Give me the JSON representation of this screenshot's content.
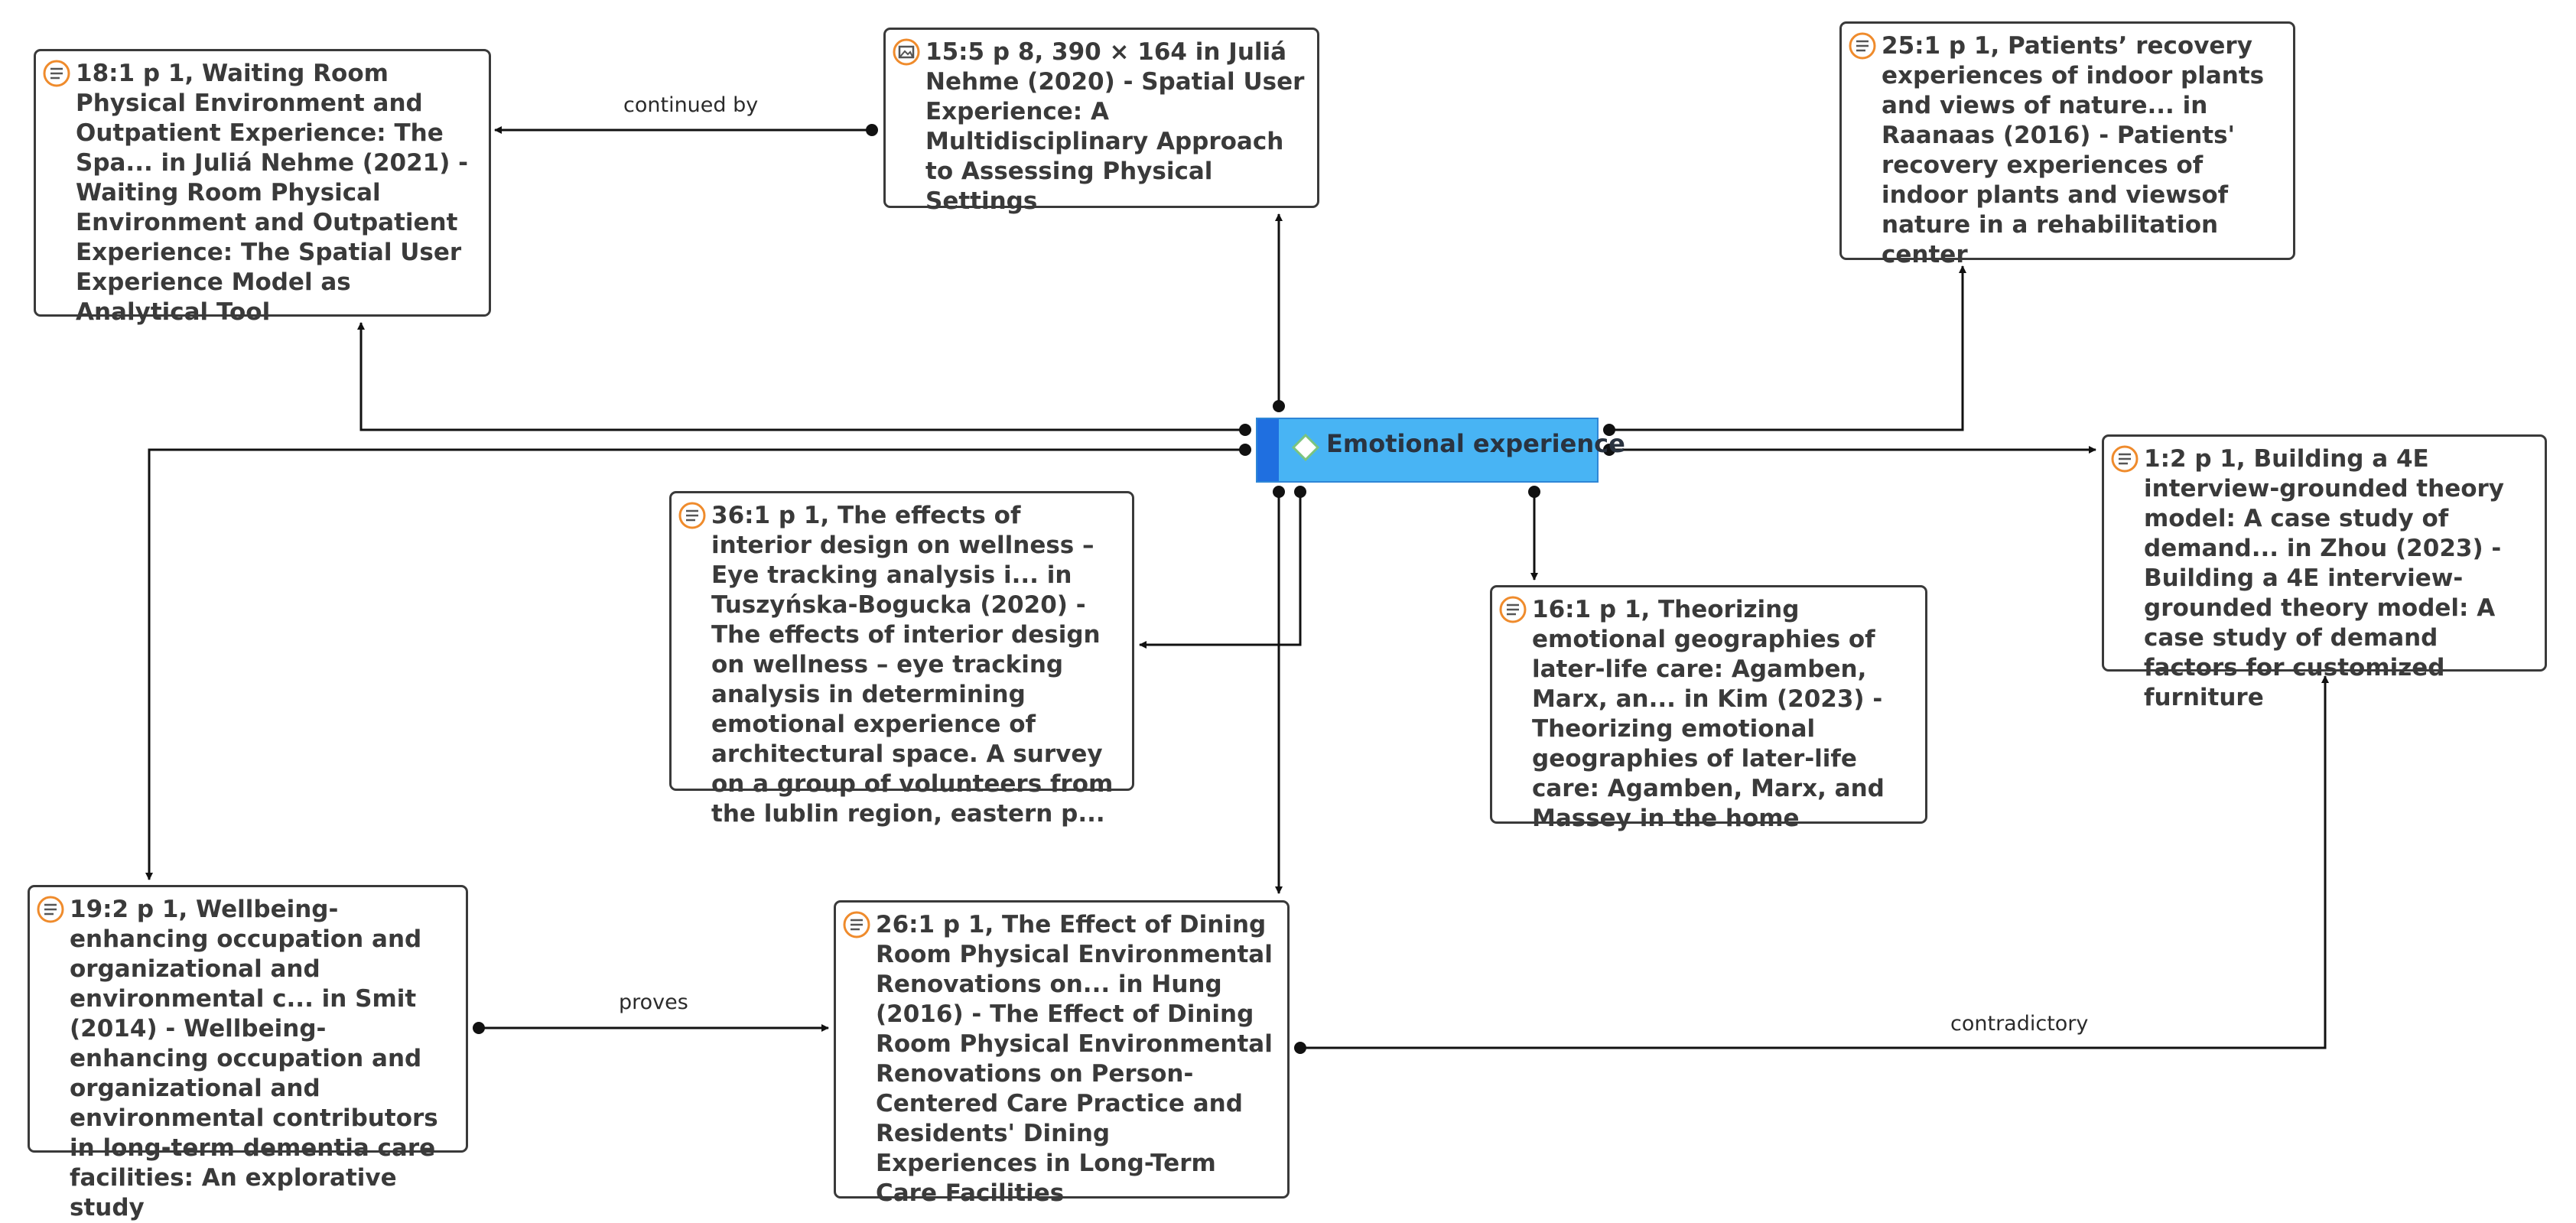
{
  "code_node": {
    "label": "Emotional experience",
    "icon": "code-diamond-icon",
    "color": "#48b4f4",
    "bar_color": "#1f6fe0"
  },
  "quotations": [
    {
      "id": "q18",
      "icon": "text-quotation-icon",
      "text": "18:1 p 1, Waiting Room Physical Environment  and Outpatient Experience:  The Spa... in Juliá Nehme (2021) - Waiting Room Physical Environment and Outpatient Experience: The Spatial User Experience Model as Analytical Tool"
    },
    {
      "id": "q15",
      "icon": "image-quotation-icon",
      "text": "15:5 p 8, 390 × 164 in Juliá Nehme (2020) - Spatial User Experience: A Multidisciplinary Approach to Assessing Physical Settings"
    },
    {
      "id": "q25",
      "icon": "text-quotation-icon",
      "text": "25:1 p 1, Patients’ recovery experiences  of indoor plants and views of nature... in Raanaas (2016) - Patients' recovery experiences of indoor plants and viewsof nature in a rehabilitation center"
    },
    {
      "id": "q36",
      "icon": "text-quotation-icon",
      "text": "36:1 p 1, The effects of interior design on wellness – Eye   tracking analysis i... in Tuszyńska-Bogucka (2020) - The effects of interior design on wellness – eye tracking analysis in determining emotional experience of architectural space. A survey on a group of volunteers from the lublin region, eastern p..."
    },
    {
      "id": "q16",
      "icon": "text-quotation-icon",
      "text": "16:1 p 1, Theorizing emotional geographies of later-life care: Agamben, Marx, an... in Kim (2023) - Theorizing emotional geographies of later-life care: Agamben, Marx, and Massey in the home"
    },
    {
      "id": "q1",
      "icon": "text-quotation-icon",
      "text": "1:2 p 1, Building a 4E interview-grounded theory  model: A case study of demand... in Zhou (2023) - Building a 4E interview-grounded theory model: A case study of demand factors for customized furniture"
    },
    {
      "id": "q19",
      "icon": "text-quotation-icon",
      "text": "19:2 p 1, Wellbeing-enhancing occupation and organizational and  environmental c... in Smit (2014) - Wellbeing-enhancing occupation and organizational and environmental contributors in long-term dementia care facilities: An explorative study"
    },
    {
      "id": "q26",
      "icon": "text-quotation-icon",
      "text": "26:1 p 1, The Effect of Dining Room Physical   Environmental Renovations on... in Hung (2016) - The Effect of Dining Room Physical Environmental Renovations on Person-Centered Care Practice and Residents' Dining Experiences in Long-Term Care Facilities"
    }
  ],
  "relation_labels": {
    "continued_by": "continued by",
    "proves": "proves",
    "contradictory": "contradictory"
  },
  "colors": {
    "edge": "#111111",
    "node_border": "#3a3a3a",
    "icon_orange": "#ef8b2c"
  }
}
